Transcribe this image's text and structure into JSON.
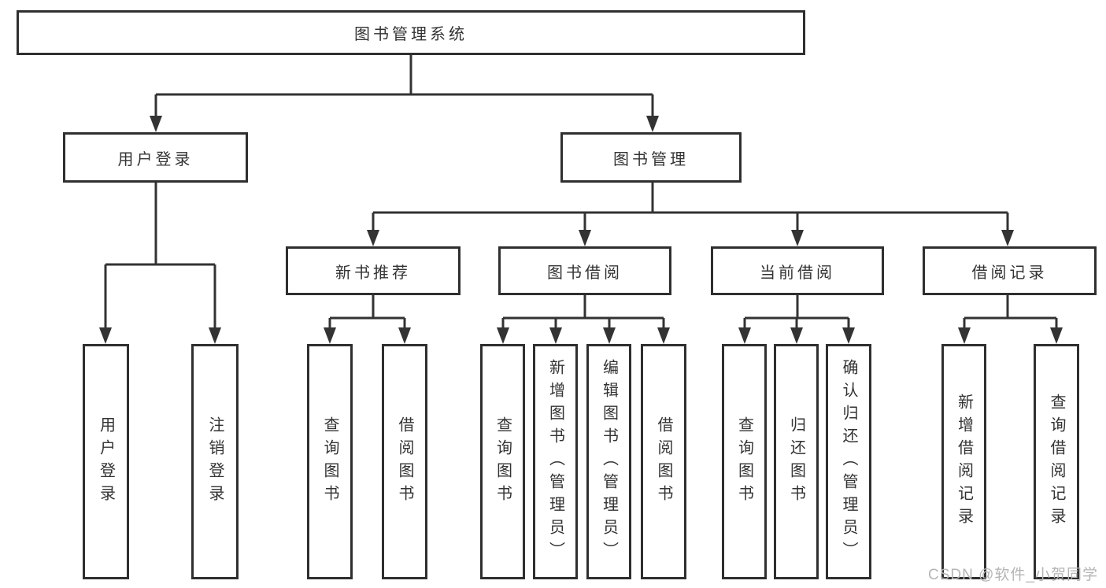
{
  "diagram_title": "图书管理系统",
  "tree": {
    "root": {
      "label": "图书管理系统"
    },
    "level2": [
      {
        "label": "用户登录"
      },
      {
        "label": "图书管理"
      }
    ],
    "level3": [
      {
        "label": "新书推荐"
      },
      {
        "label": "图书借阅"
      },
      {
        "label": "当前借阅"
      },
      {
        "label": "借阅记录"
      }
    ],
    "leaves": {
      "user_login": [
        "用户登录",
        "注销登录"
      ],
      "new_book_recommendation": [
        "查询图书",
        "借阅图书"
      ],
      "book_borrowing": [
        "查询图书",
        "新增图书（管理员）",
        "编辑图书（管理员）",
        "借阅图书"
      ],
      "current_borrowing": [
        "查询图书",
        "归还图书",
        "确认归还（管理员）"
      ],
      "borrowing_records": [
        "新增借阅记录",
        "查询借阅记录"
      ]
    }
  },
  "watermark": {
    "text": "CSDN @软件_小贺同学"
  },
  "colors": {
    "line": "#333333",
    "border": "#2f2f2f",
    "text": "#333333",
    "watermark": "#b5b5b5",
    "background": "#ffffff"
  }
}
